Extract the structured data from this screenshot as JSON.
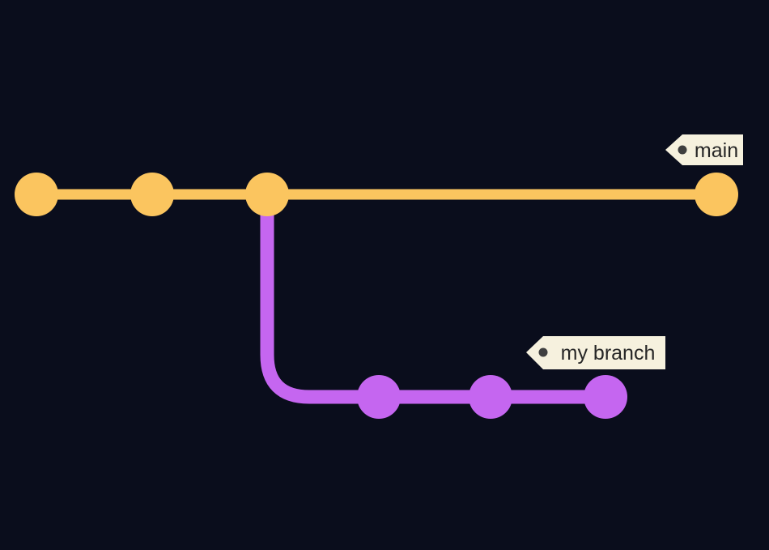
{
  "background": "#0a0d1c",
  "diagram_type": "git-branch-graph",
  "branches": {
    "main": {
      "label": "main",
      "color": "#fbc55f",
      "commit_count": 4
    },
    "my_branch": {
      "label": "my branch",
      "color": "#c566f0",
      "commit_count": 3,
      "forked_from": "main"
    }
  },
  "tag_style": {
    "background": "#f6f1de",
    "text_color": "#262626",
    "dot_color": "#3f3f3f"
  }
}
